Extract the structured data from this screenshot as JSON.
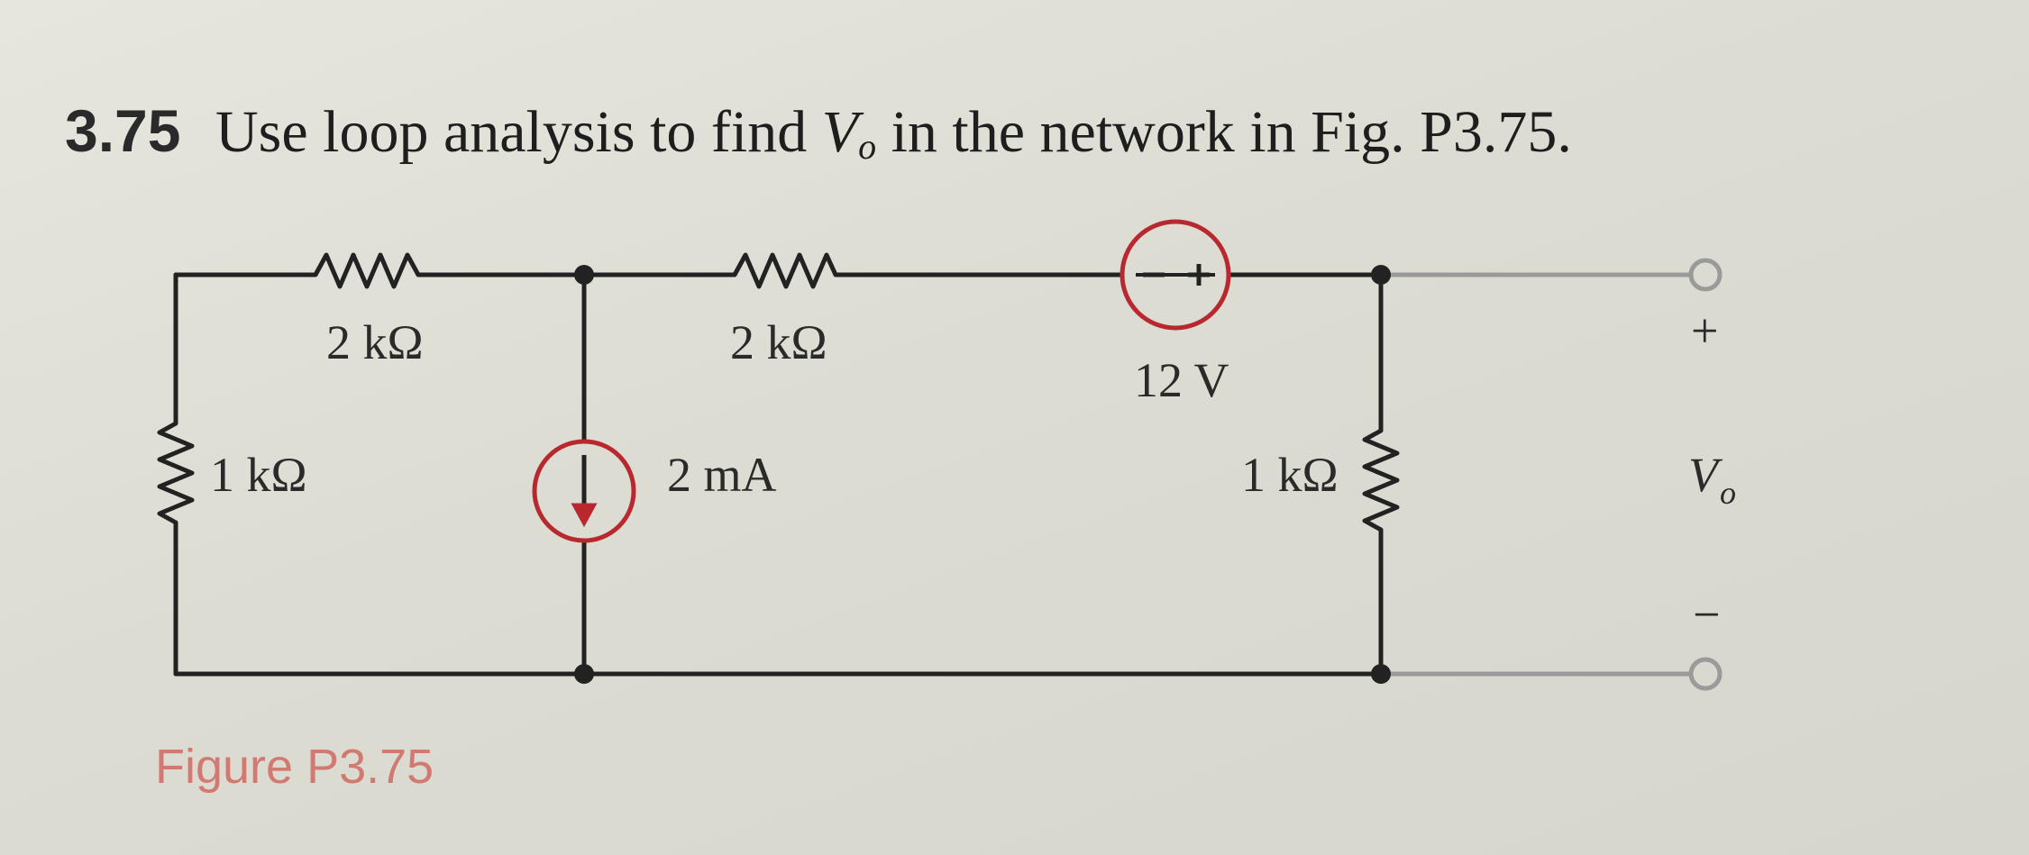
{
  "problem": {
    "number": "3.75",
    "text_before": "Use loop analysis to find",
    "variable": "V",
    "subscript": "o",
    "text_after": "in the network in Fig. P3.75."
  },
  "circuit": {
    "labels": {
      "r_top_left": "2 kΩ",
      "r_top_mid": "2 kΩ",
      "r_left": "1 kΩ",
      "r_right": "1 kΩ",
      "current_source": "2 mA",
      "voltage_source": "12 V",
      "vout_plus": "+",
      "vout_minus": "−",
      "vout_var": "V",
      "vout_sub": "o"
    },
    "colors": {
      "wire": "#222222",
      "source": "#b8282e",
      "terminal_wire": "#9a9a9a",
      "caption": "#d27a72"
    }
  },
  "caption": "Figure P3.75"
}
